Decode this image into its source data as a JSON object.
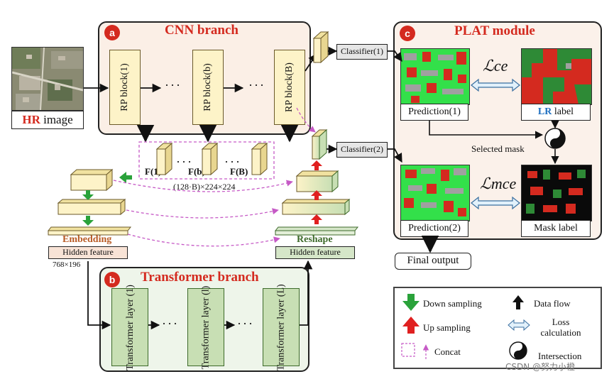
{
  "panels": {
    "cnn": {
      "badge": "a",
      "title": "CNN branch"
    },
    "transformer": {
      "badge": "b",
      "title": "Transformer branch"
    },
    "plat": {
      "badge": "c",
      "title": "PLAT module"
    }
  },
  "input": {
    "hr": "HR",
    "image": "image"
  },
  "cnn": {
    "blocks": [
      "RP block(1)",
      "RP block(b)",
      "RP block(B)"
    ],
    "dots": "···",
    "features": [
      "F(1)",
      "F(b)",
      "F(B)"
    ],
    "feature_dims": "(128·B)×224×224"
  },
  "classifiers": [
    "Classifier(1)",
    "Classifier(2)"
  ],
  "embedding": {
    "title": "Embedding",
    "sub": "Hidden feature",
    "dims": "768×196"
  },
  "reshape": {
    "title": "Reshape",
    "sub": "Hidden feature"
  },
  "transformer": {
    "layers": [
      "Transformer layer (1)",
      "Transformer layer (l)",
      "Transformer layer (L)"
    ],
    "dots": "···"
  },
  "plat": {
    "prediction1": "Prediction(1)",
    "prediction2": "Prediction(2)",
    "lr_prefix": "LR",
    "lr_label": "label",
    "mask_label": "Mask label",
    "loss_ce": "ℒce",
    "loss_mce": "ℒmce",
    "selected_mask": "Selected mask"
  },
  "final_output": "Final output",
  "legend": {
    "down": "Down sampling",
    "up": "Up sampling",
    "concat": "Concat",
    "flow": "Data flow",
    "loss": "Loss calculation",
    "intersection": "Intersection"
  },
  "watermark": "CSDN @努力小橙",
  "colors": {
    "accent_red": "#d42a1f",
    "rp_block": "#fdf3c8",
    "transformer_layer": "#c8dfb4",
    "lr_blue": "#1e6fc0",
    "panel_bg": "#fbf1ea"
  }
}
